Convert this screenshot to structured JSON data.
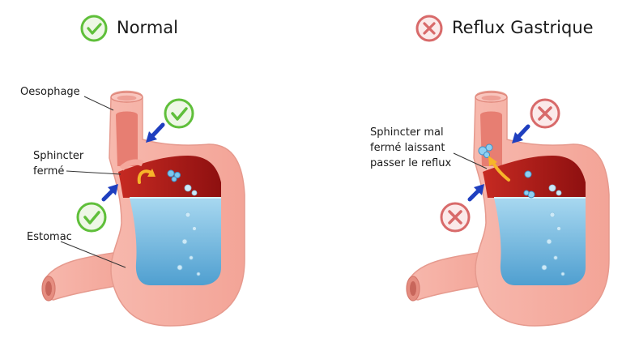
{
  "titles": {
    "normal": "Normal",
    "reflux": "Reflux Gastrique"
  },
  "labels": {
    "oesophage": "Oesophage",
    "sphincter_line1": "Sphincter",
    "sphincter_line2": "fermé",
    "estomac": "Estomac",
    "reflux_line1": "Sphincter mal",
    "reflux_line2": "fermé laissant",
    "reflux_line3": "passer le reflux"
  },
  "icons": {
    "normal_badges": [
      "check-circle-icon",
      "check-circle-icon",
      "check-circle-icon"
    ],
    "reflux_badges": [
      "cross-circle-icon",
      "cross-circle-icon",
      "cross-circle-icon"
    ],
    "arrows": "blue-arrow-icon"
  },
  "colors": {
    "check": "#5fbf3a",
    "check_bg": "#eef7e6",
    "cross": "#d86a6a",
    "cross_bg": "#fbeaea",
    "stomach": "#f7b5aa",
    "stomach_edge": "#e69a8e",
    "acid": "#6fb6dd",
    "acid_light": "#a9d8f0",
    "lumen": "#a81818",
    "arrow": "#1f3fbf"
  }
}
